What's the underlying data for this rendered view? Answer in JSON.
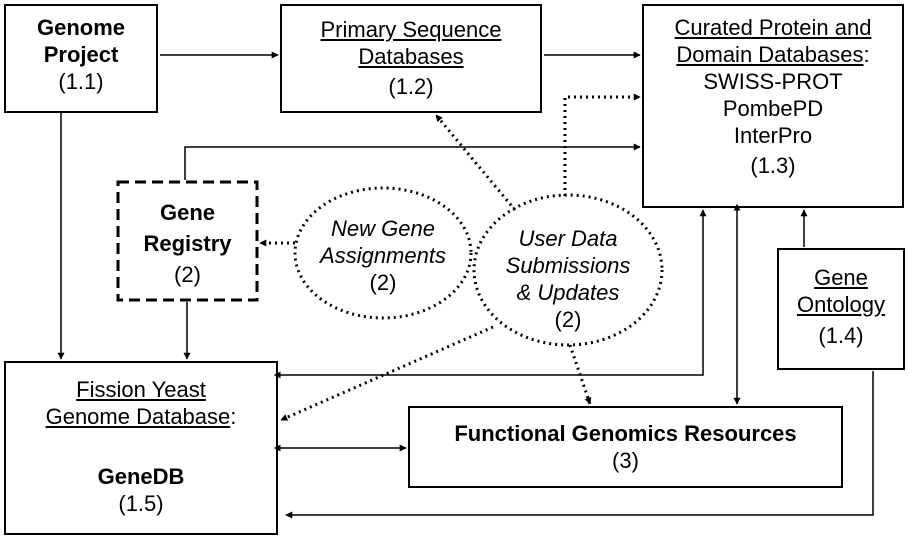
{
  "nodes": {
    "genome_project": {
      "title_1": "Genome",
      "title_2": "Project",
      "id": "(1.1)"
    },
    "primary_seq": {
      "title_1": "Primary Sequence",
      "title_2": "Databases",
      "id": "(1.2)"
    },
    "curated": {
      "title_1": "Curated Protein and",
      "title_2": "Domain Databases",
      "title_2_suffix": ":",
      "items": [
        "SWISS-PROT",
        "PombePD",
        "InterPro"
      ],
      "id": "(1.3)"
    },
    "gene_registry": {
      "title_1": "Gene",
      "title_2": "Registry",
      "id": "(2)"
    },
    "new_gene": {
      "line_1": "New Gene",
      "line_2": "Assignments",
      "id": "(2)"
    },
    "user_data": {
      "line_1": "User Data",
      "line_2": "Submissions",
      "line_3": "& Updates",
      "id": "(2)"
    },
    "gene_ontology": {
      "title_1": "Gene",
      "title_2": "Ontology",
      "id": "(1.4)"
    },
    "fission_yeast": {
      "title_1": "Fission Yeast",
      "title_2": "Genome Database",
      "title_2_suffix": ":",
      "name": "GeneDB",
      "id": "(1.5)"
    },
    "functional_genomics": {
      "title": "Functional Genomics Resources",
      "id": "(3)"
    }
  }
}
